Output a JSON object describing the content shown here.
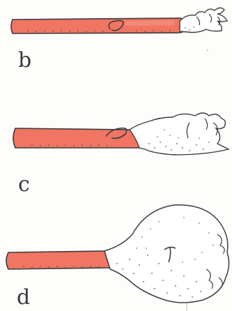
{
  "panels": [
    {
      "label": "b"
    },
    {
      "label": "c"
    },
    {
      "label": "d"
    }
  ],
  "colors": {
    "tube_fill": "#f07562",
    "outline": "#3c3c3c",
    "stipple": "#555555",
    "paper": "#fdfdfb"
  }
}
